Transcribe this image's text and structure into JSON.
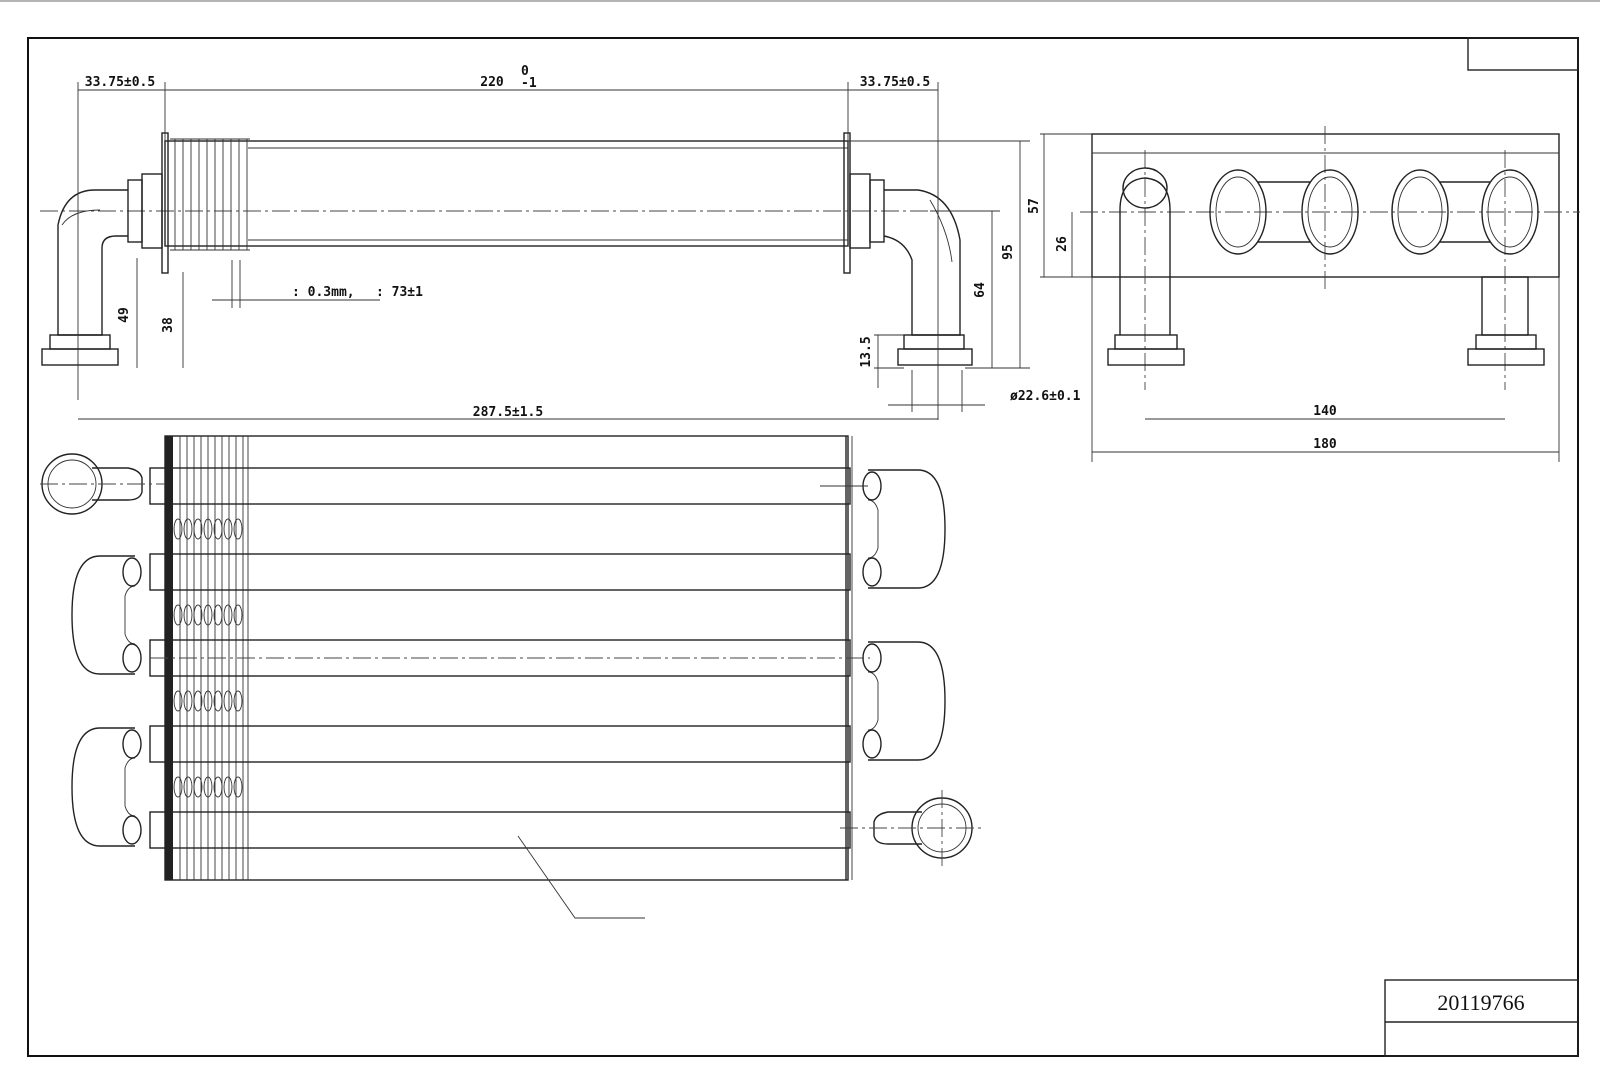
{
  "drawing": {
    "part_number": "20119766",
    "dimensions": {
      "left_offset": "33.75±0.5",
      "center_length": "220",
      "center_length_tol_upper": "0",
      "center_length_tol_lower": "-1",
      "right_offset": "33.75±0.5",
      "overall_length": "287.5±1.5",
      "fin_note_a": ": 0.3mm,",
      "fin_note_b": ": 73±1",
      "height_49": "49",
      "height_38": "38",
      "height_95": "95",
      "height_64": "64",
      "height_13_5": "13.5",
      "diameter": "ø22.6±0.1",
      "side_57": "57",
      "side_26": "26",
      "side_140": "140",
      "side_180": "180"
    }
  }
}
